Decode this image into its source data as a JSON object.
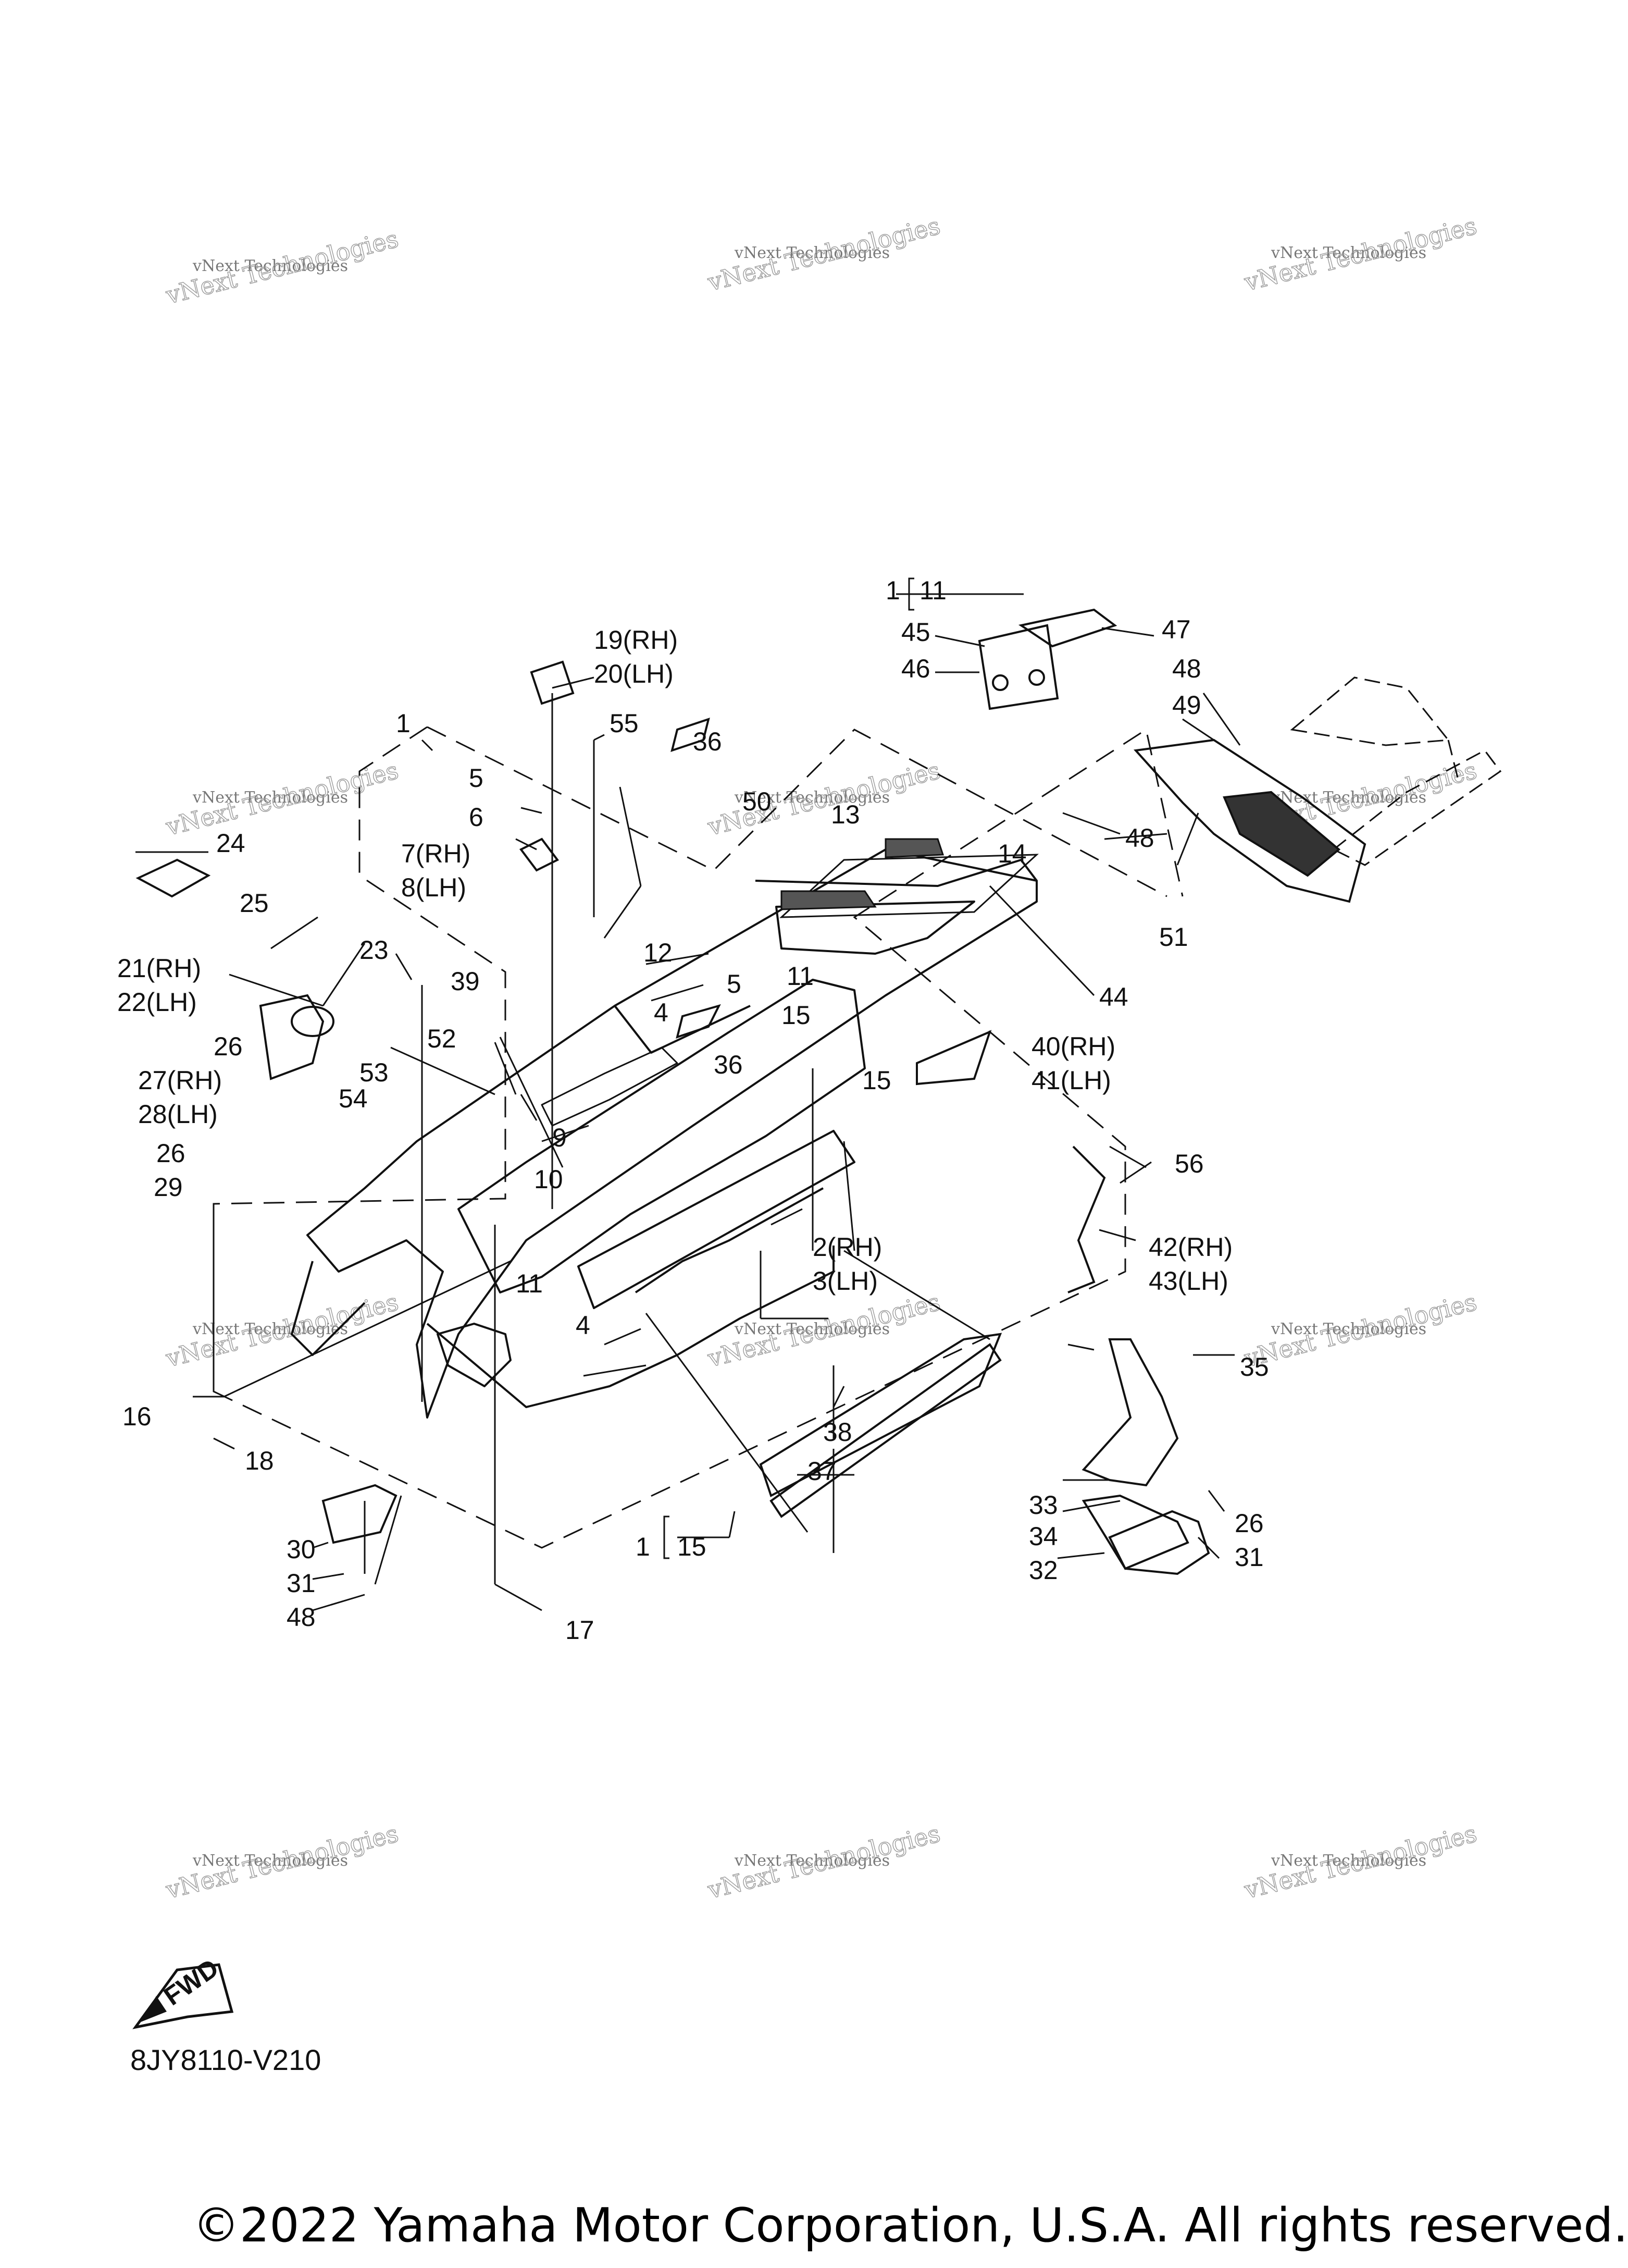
{
  "diagram": {
    "code": "8JY8110-V210",
    "copyright": "©2022 Yamaha Motor Corporation, U.S.A. All rights reserved.",
    "fwd_label": "FWD",
    "watermark": {
      "line1": "vNext Technologies",
      "line2": "vNext Technologies"
    },
    "callouts": {
      "c1a": "1",
      "c11a": "11",
      "c45": "45",
      "c46": "46",
      "c47": "47",
      "c19": "19(RH)",
      "c20": "20(LH)",
      "c48a": "48",
      "c49": "49",
      "c48b": "48",
      "c1b": "1",
      "c55": "55",
      "c36a": "36",
      "c5a": "5",
      "c6": "6",
      "c7": "7(RH)",
      "c8": "8(LH)",
      "c50": "50",
      "c13": "13",
      "c14": "14",
      "c51": "51",
      "c24": "24",
      "c25": "25",
      "c23": "23",
      "c21": "21(RH)",
      "c22": "22(LH)",
      "c12": "12",
      "c5b": "5",
      "c11b": "11",
      "c44": "44",
      "c39": "39",
      "c4a": "4",
      "c15a": "15",
      "c52": "52",
      "c36b": "36",
      "c40": "40(RH)",
      "c41": "41(LH)",
      "c26a": "26",
      "c53": "53",
      "c27": "27(RH)",
      "c28": "28(LH)",
      "c54": "54",
      "c15b": "15",
      "c9": "9",
      "c26b": "26",
      "c29": "29",
      "c10": "10",
      "c56": "56",
      "c2": "2(RH)",
      "c3": "3(LH)",
      "c42": "42(RH)",
      "c43": "43(LH)",
      "c11c": "11",
      "c4b": "4",
      "c35": "35",
      "c16": "16",
      "c38": "38",
      "c18": "18",
      "c37": "37",
      "c33": "33",
      "c26c": "26",
      "c34": "34",
      "c1c": "1",
      "c15c": "15",
      "c30": "30",
      "c32": "32",
      "c31a": "31",
      "c31b": "31",
      "c48c": "48",
      "c17": "17"
    }
  }
}
